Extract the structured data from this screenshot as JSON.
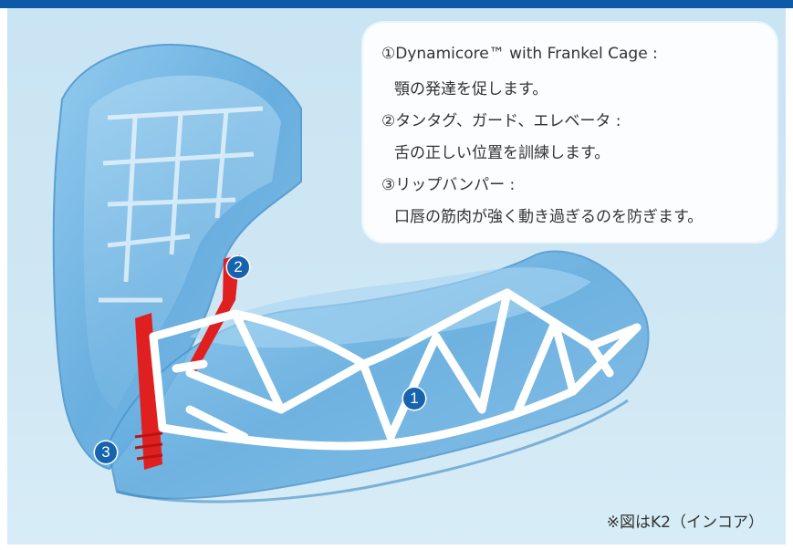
{
  "callout": {
    "lines": [
      "①Dynamicore™ with Frankel Cage :",
      "顎の発達を促します。",
      "②タンタグ、ガード、エレベータ :",
      "舌の正しい位置を訓練します。",
      "③リップバンパー :",
      "口唇の筋肉が強く動き過ぎるのを防ぎます。"
    ]
  },
  "markers": [
    "1",
    "2",
    "3"
  ],
  "caption": "※図はK2（インコア）",
  "colors": {
    "top_bar": "#0d5aa8",
    "background": "#cfe7f4",
    "appliance_blue": "#5aa9de",
    "cage_white": "#ffffff",
    "tongue_guard_red": "#e02020",
    "marker_blue": "#1763ae"
  }
}
